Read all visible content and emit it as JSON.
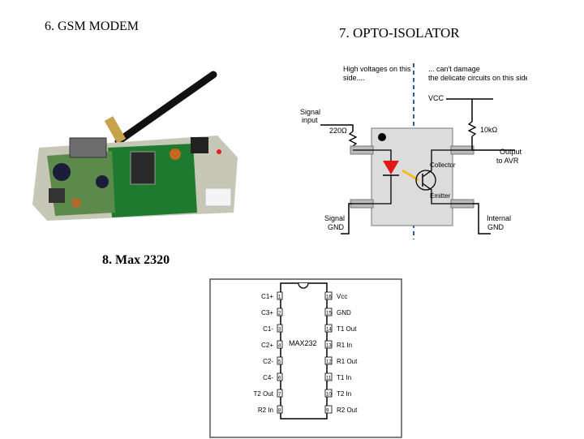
{
  "headings": {
    "gsm": "6. GSM MODEM",
    "opto": "7. OPTO-ISOLATOR",
    "max": "8. Max 2320"
  },
  "opto": {
    "left_note_line1": "High voltages on this",
    "left_note_line2": "side....",
    "right_note_line1": "... can't damage",
    "right_note_line2": "the delicate circuits on this side",
    "vcc": "VCC",
    "signal_input_line1": "Signal",
    "signal_input_line2": "input",
    "r1": "220Ω",
    "r2": "10kΩ",
    "output_line1": "Output",
    "output_line2": "to AVR",
    "collector": "Collector",
    "emitter": "Emitter",
    "signal_gnd_line1": "Signal",
    "signal_gnd_line2": "GND",
    "internal_gnd_line1": "Internal",
    "internal_gnd_line2": "GND"
  },
  "max232": {
    "chip_label": "MAX232",
    "left_pins": [
      {
        "label": "C1+",
        "num": "1"
      },
      {
        "label": "C3+",
        "num": "2"
      },
      {
        "label": "C1-",
        "num": "3"
      },
      {
        "label": "C2+",
        "num": "4"
      },
      {
        "label": "C2-",
        "num": "5"
      },
      {
        "label": "C4-",
        "num": "6"
      },
      {
        "label": "T2 Out",
        "num": "7"
      },
      {
        "label": "R2 In",
        "num": "8"
      }
    ],
    "right_pins": [
      {
        "label": "Vcc",
        "num": "16"
      },
      {
        "label": "GND",
        "num": "15"
      },
      {
        "label": "T1 Out",
        "num": "14"
      },
      {
        "label": "R1 In",
        "num": "13"
      },
      {
        "label": "R1 Out",
        "num": "12"
      },
      {
        "label": "T1 In",
        "num": "11"
      },
      {
        "label": "T2 In",
        "num": "10"
      },
      {
        "label": "R2 Out",
        "num": "9"
      }
    ]
  }
}
